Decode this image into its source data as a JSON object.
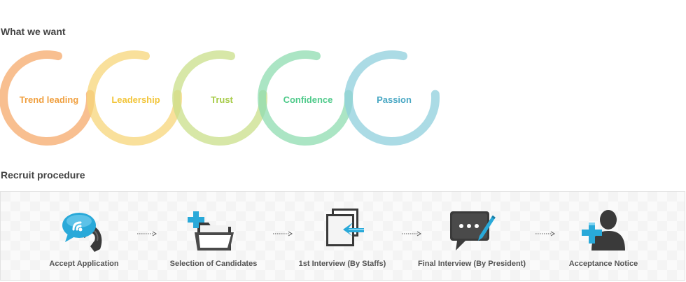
{
  "sections": {
    "what_we_want": "What we want",
    "recruit_procedure": "Recruit procedure"
  },
  "values": [
    {
      "label": "Trend leading",
      "color": "#f5a96b",
      "text_color": "#f0a040"
    },
    {
      "label": "Leadership",
      "color": "#f7d67a",
      "text_color": "#f2c53a"
    },
    {
      "label": "Trust",
      "color": "#c9df8a",
      "text_color": "#a8cc4a"
    },
    {
      "label": "Confidence",
      "color": "#8fdcb0",
      "text_color": "#4fca8a"
    },
    {
      "label": "Passion",
      "color": "#8fcfdc",
      "text_color": "#4aa8c4"
    }
  ],
  "steps": [
    {
      "label": "Accept Application",
      "icon": "phone-chat-icon"
    },
    {
      "label": "Selection of Candidates",
      "icon": "folder-add-icon"
    },
    {
      "label": "1st Interview (By Staffs)",
      "icon": "document-arrow-icon"
    },
    {
      "label": "Final Interview (By President)",
      "icon": "speech-bubble-pen-icon"
    },
    {
      "label": "Acceptance  Notice",
      "icon": "user-add-icon"
    }
  ],
  "colors": {
    "accent": "#29a9d9",
    "dark_icon": "#3a3a3a"
  }
}
